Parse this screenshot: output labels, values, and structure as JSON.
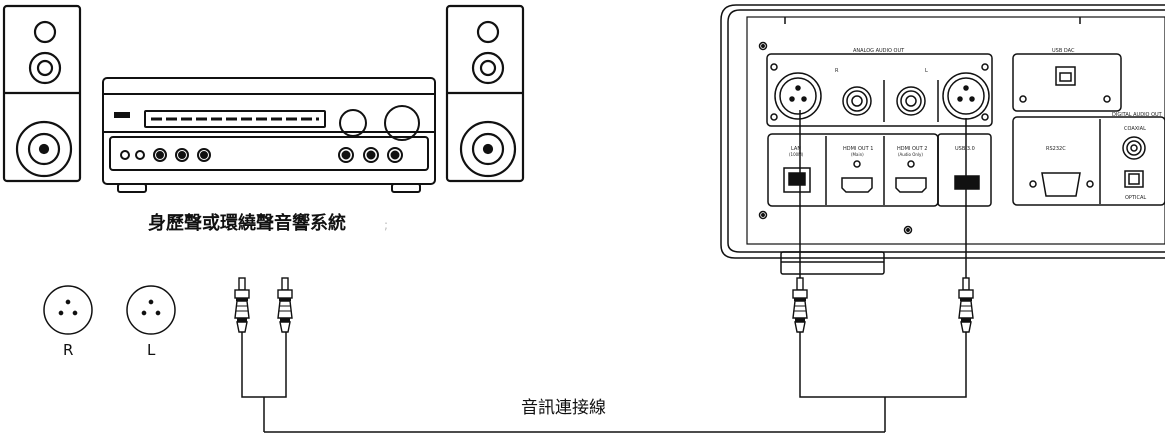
{
  "system_label": "身歷聲或環繞聲音響系統",
  "cable_label": "音訊連接線",
  "jack_r": "R",
  "jack_l": "L",
  "panel": {
    "analog_out": "ANALOG AUDIO OUT",
    "analog_r": "R",
    "analog_l": "L",
    "usb_dac": "USB DAC",
    "digital_out": "DIGITAL AUDIO OUT",
    "coaxial": "COAXIAL",
    "optical": "OPTICAL",
    "lan": "LAN",
    "lan_sub": "(100M)",
    "hdmi1": "HDMI OUT 1",
    "hdmi1_sub": "(Main)",
    "hdmi2": "HDMI OUT 2",
    "hdmi2_sub": "(Audio Only)",
    "usb3": "USB 3.0",
    "rs232": "RS232C"
  }
}
